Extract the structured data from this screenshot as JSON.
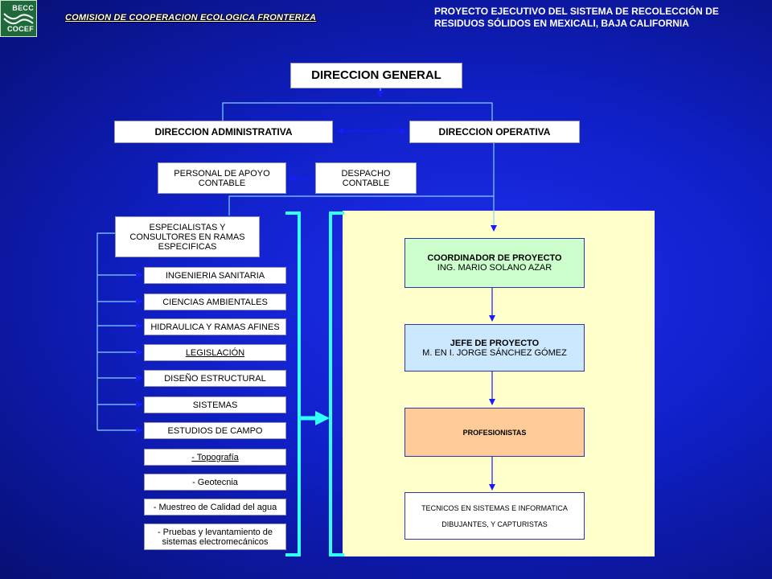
{
  "header": {
    "logo": {
      "line1": "BECC",
      "line2": "COCEF"
    },
    "organization": "COMISION DE COOPERACION ECOLOGICA FRONTERIZA",
    "project_title_line1": "PROYECTO EJECUTIVO DEL SISTEMA DE RECOLECCIÓN DE",
    "project_title_line2": "RESIDUOS SÓLIDOS EN MEXICALI, BAJA CALIFORNIA"
  },
  "org_chart": {
    "direccion_general": "DIRECCION GENERAL",
    "direccion_administrativa": "DIRECCION ADMINISTRATIVA",
    "direccion_operativa": "DIRECCION OPERATIVA",
    "personal_apoyo": "PERSONAL DE APOYO CONTABLE",
    "despacho_contable": "DESPACHO CONTABLE",
    "especialistas": "ESPECIALISTAS Y CONSULTORES EN RAMAS ESPECIFICAS",
    "specialties": [
      "INGENIERIA SANITARIA",
      "CIENCIAS AMBIENTALES",
      "HIDRAULICA Y RAMAS AFINES",
      "LEGISLACIÓN",
      "DISEÑO ESTRUCTURAL",
      "SISTEMAS",
      "ESTUDIOS DE CAMPO",
      "- Topografía",
      "- Geotecnia",
      "- Muestreo de Calidad del agua",
      "- Pruebas y levantamiento de sistemas electromecánicos"
    ],
    "coordinador": {
      "title": "COORDINADOR DE PROYECTO",
      "name": "ING. MARIO SOLANO AZAR"
    },
    "jefe": {
      "title": "JEFE DE PROYECTO",
      "name": "M. EN I. JORGE SÁNCHEZ GÓMEZ"
    },
    "profesionistas": "PROFESIONISTAS",
    "tecnicos": {
      "line1": "TECNICOS EN SISTEMAS E INFORMATICA",
      "line2": "DIBUJANTES, Y CAPTURISTAS"
    }
  },
  "colors": {
    "connector": "#87cefa",
    "bracket": "#33ffff",
    "arrow_dark": "#1a1aff"
  }
}
